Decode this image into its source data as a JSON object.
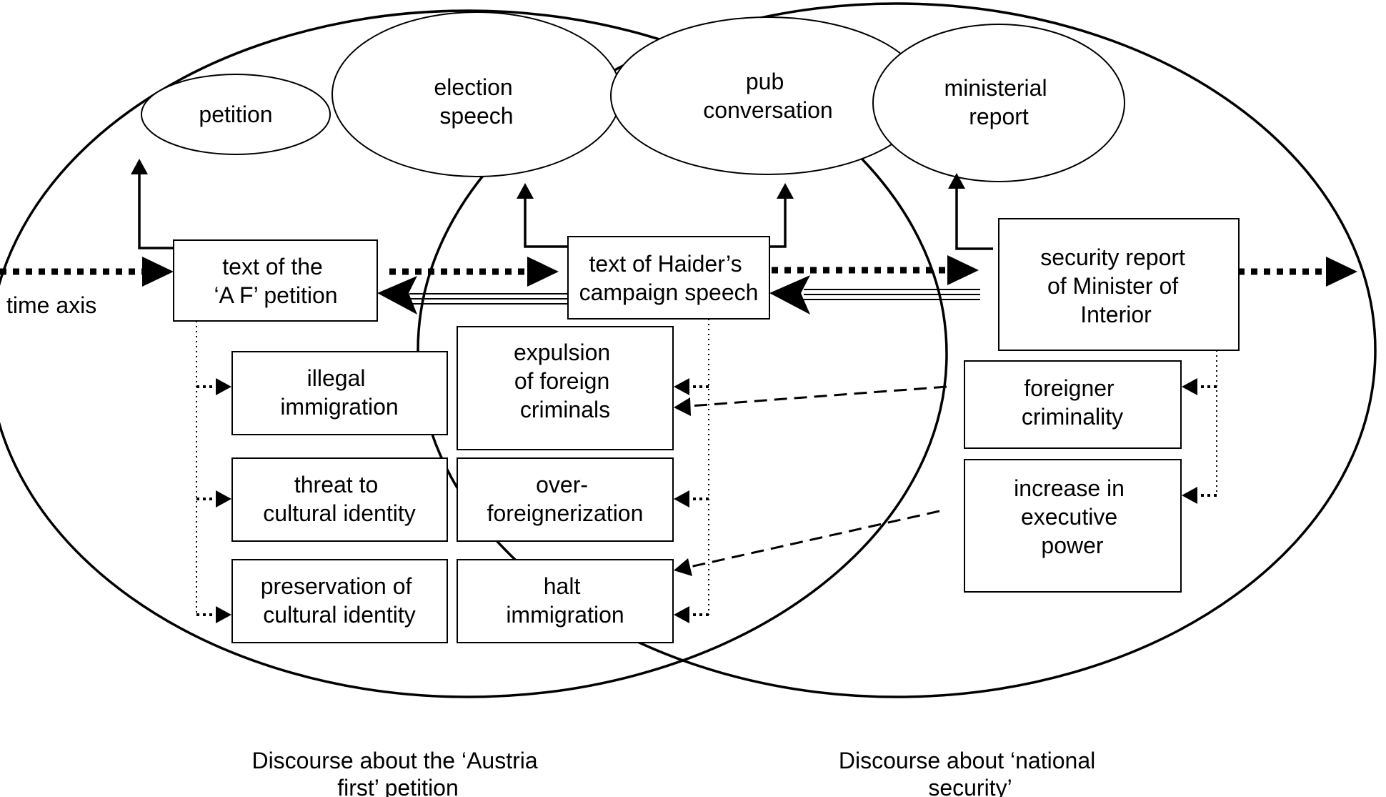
{
  "genres": {
    "petition": "petition",
    "election_speech": [
      "election",
      "speech"
    ],
    "pub_conversation": [
      "pub",
      "conversation"
    ],
    "ministerial_report": [
      "ministerial",
      "report"
    ]
  },
  "texts": {
    "af_petition": [
      "text of the",
      "‘A F’ petition"
    ],
    "haider_speech": [
      "text of Haider’s",
      "campaign speech"
    ],
    "security_report": [
      "security report",
      "of Minister of",
      "Interior"
    ]
  },
  "time_axis_label": "time axis",
  "topics_left": {
    "illegal_immigration": [
      "illegal",
      "immigration"
    ],
    "threat_cultural_identity": [
      "threat to",
      "cultural identity"
    ],
    "preservation_cultural_identity": [
      "preservation of",
      "cultural identity"
    ]
  },
  "topics_middle": {
    "expulsion_foreign_criminals": [
      "expulsion",
      "of foreign",
      "criminals"
    ],
    "over_foreignerization": [
      "over-",
      "foreignerization"
    ],
    "halt_immigration": [
      "halt",
      "immigration"
    ]
  },
  "topics_right": {
    "foreigner_criminality": [
      "foreigner",
      "criminality"
    ],
    "increase_executive_power": [
      "increase in",
      "executive",
      "power"
    ]
  },
  "discourses": {
    "austria_first": [
      "Discourse about the ‘Austria",
      "first’ petition"
    ],
    "national_security": [
      "Discourse about ‘national",
      "security’"
    ]
  }
}
